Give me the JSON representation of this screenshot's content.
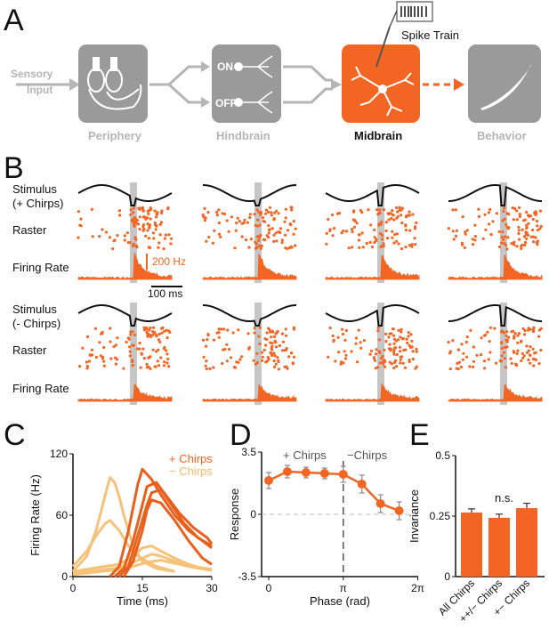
{
  "panel_labels": {
    "a": "A",
    "b": "B",
    "c": "C",
    "d": "D",
    "e": "E"
  },
  "panel_a": {
    "input_label": [
      "Sensory",
      "Input"
    ],
    "stages": [
      "Periphery",
      "Hindbrain",
      "Midbrain",
      "Behavior"
    ],
    "on_label": "ON",
    "off_label": "OFF",
    "spike_train_label": "Spike Train",
    "colors": {
      "grey": "#9a9a9a",
      "midbrain": "#f26522"
    }
  },
  "panel_b": {
    "row_labels": [
      "Stimulus",
      "(+ Chirps)",
      "Raster",
      "Firing Rate",
      "Stimulus",
      "(- Chirps)",
      "Raster",
      "Firing Rate"
    ],
    "scale_rate": "200 Hz",
    "scale_time": "100 ms",
    "conditions": 4
  },
  "panel_c": {
    "legend_plus": "+ Chirps",
    "legend_minus": "− Chirps",
    "chart_data": {
      "type": "line",
      "xlabel": "Time (ms)",
      "ylabel": "Firing Rate (Hz)",
      "xlim": [
        0,
        30
      ],
      "ylim": [
        0,
        120
      ],
      "xticks": [
        0,
        15,
        30
      ],
      "yticks": [
        0,
        60,
        120
      ],
      "series": [
        {
          "name": "+ Chirps",
          "color": "#e8601c",
          "x": [
            8,
            10,
            12,
            14,
            15,
            17,
            19,
            22,
            25,
            28,
            30
          ],
          "y": [
            0,
            10,
            45,
            90,
            105,
            95,
            80,
            60,
            45,
            35,
            28
          ]
        },
        {
          "color": "#e8601c",
          "x": [
            9,
            11,
            13,
            15,
            16,
            18,
            20,
            23,
            26,
            29,
            30
          ],
          "y": [
            0,
            8,
            35,
            70,
            88,
            92,
            80,
            62,
            48,
            38,
            32
          ]
        },
        {
          "color": "#e8601c",
          "x": [
            10,
            12,
            14,
            16,
            17,
            19,
            21,
            24,
            27,
            30
          ],
          "y": [
            0,
            10,
            40,
            70,
            82,
            85,
            72,
            52,
            38,
            30
          ]
        },
        {
          "color": "#e8601c",
          "x": [
            11,
            13,
            15,
            16,
            17,
            19,
            22,
            25,
            28,
            30
          ],
          "y": [
            0,
            15,
            45,
            65,
            75,
            72,
            55,
            35,
            18,
            12
          ]
        },
        {
          "name": "− Chirps",
          "color": "#f6c27a",
          "x": [
            0,
            3,
            5,
            7,
            8,
            9,
            10,
            11,
            13,
            15,
            18,
            22
          ],
          "y": [
            5,
            20,
            45,
            80,
            97,
            92,
            78,
            60,
            30,
            15,
            8,
            5
          ]
        },
        {
          "color": "#f6c27a",
          "x": [
            0,
            3,
            5,
            7,
            8,
            10,
            12,
            14,
            16,
            18,
            22
          ],
          "y": [
            10,
            25,
            40,
            52,
            55,
            45,
            30,
            20,
            15,
            10,
            5
          ]
        },
        {
          "color": "#f6c27a",
          "x": [
            0,
            4,
            7,
            10,
            13,
            15,
            17,
            19,
            22,
            25,
            28,
            30
          ],
          "y": [
            5,
            8,
            10,
            12,
            20,
            28,
            30,
            25,
            18,
            12,
            8,
            6
          ]
        },
        {
          "color": "#f6c27a",
          "x": [
            0,
            5,
            9,
            12,
            15,
            17,
            19,
            22,
            26,
            30
          ],
          "y": [
            3,
            6,
            8,
            12,
            18,
            22,
            20,
            15,
            10,
            7
          ]
        },
        {
          "color": "#f6c27a",
          "x": [
            0,
            6,
            10,
            13,
            16,
            19,
            22,
            26,
            30
          ],
          "y": [
            2,
            5,
            7,
            10,
            14,
            16,
            13,
            9,
            6
          ]
        }
      ]
    }
  },
  "panel_d": {
    "top_plus": "+ Chirps",
    "top_minus": "−Chirps",
    "chart_data": {
      "type": "line",
      "xlabel": "Phase (rad)",
      "ylabel": "Response",
      "xlim": [
        -0.3,
        6.3
      ],
      "ylim": [
        -3.5,
        3.5
      ],
      "xtick_values": [
        0,
        3.1416,
        6.2832
      ],
      "xtick_labels": [
        "0",
        "π",
        "2π"
      ],
      "yticks": [
        3.5,
        0,
        -3.5
      ],
      "x": [
        0,
        0.7854,
        1.5708,
        2.3562,
        3.1416,
        3.927,
        4.7124,
        5.4978
      ],
      "y": [
        1.9,
        2.4,
        2.35,
        2.3,
        2.25,
        1.7,
        0.6,
        0.2
      ],
      "err": [
        0.45,
        0.35,
        0.3,
        0.3,
        0.45,
        0.5,
        0.5,
        0.5
      ],
      "color": "#f26522"
    }
  },
  "panel_e": {
    "sig_label": "n.s.",
    "chart_data": {
      "type": "bar",
      "ylabel": "Invariance",
      "categories": [
        "All Chirps",
        "++/− Chirps",
        "+− Chirps"
      ],
      "values": [
        0.265,
        0.243,
        0.283
      ],
      "err": [
        0.015,
        0.015,
        0.02
      ],
      "ylim": [
        0,
        0.5
      ],
      "yticks": [
        0,
        0.25,
        0.5
      ],
      "color": "#f26522"
    }
  }
}
